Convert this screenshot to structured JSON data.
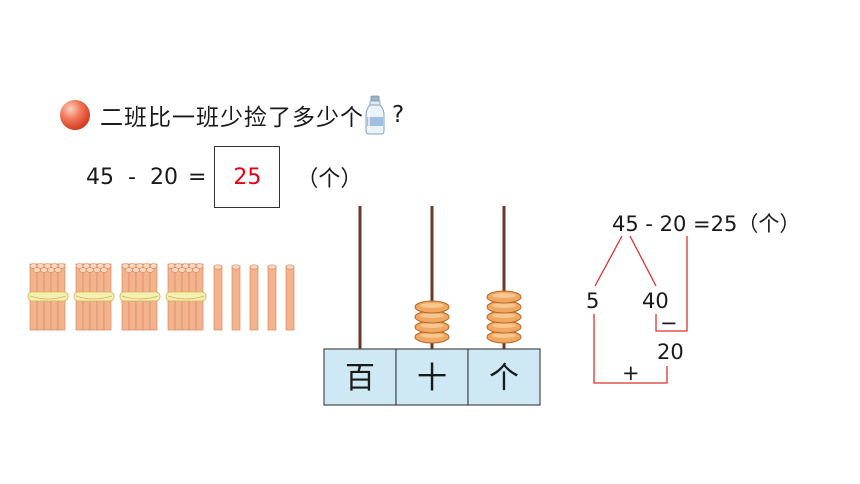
{
  "question": {
    "text": "二班比一班少捡了多少个",
    "mark": "?"
  },
  "equation": {
    "a": "45",
    "op": "-",
    "b": "20",
    "eq": "=",
    "answer": "25",
    "unit": "（个）"
  },
  "bundles": {
    "bundle_count": 4,
    "single_count": 5
  },
  "abacus": {
    "labels": [
      "百",
      "十",
      "个"
    ],
    "beads": [
      0,
      4,
      5
    ]
  },
  "breakdown": {
    "equation": "45 - 20 =25（个）",
    "split_left": "5",
    "split_right": "40",
    "minus": "−",
    "sub_result": "20",
    "plus": "+"
  },
  "colors": {
    "answer": "#e60012",
    "lines": "#e0302a",
    "stick": "#f4b38f",
    "bead": "#f0a860"
  }
}
